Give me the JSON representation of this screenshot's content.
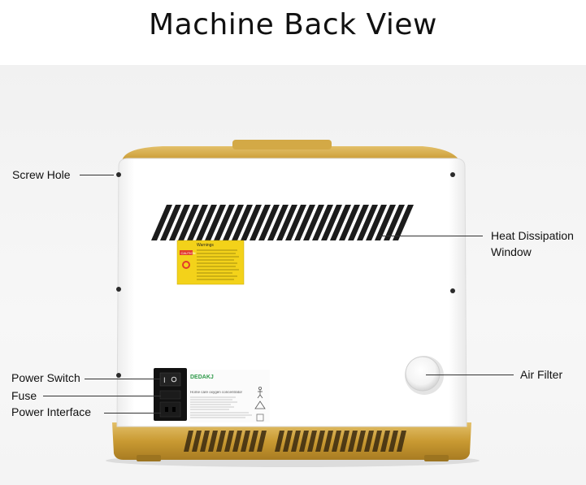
{
  "title": "Machine Back View",
  "labels": {
    "screw_hole": "Screw Hole",
    "heat_window_line1": "Heat Dissipation",
    "heat_window_line2": "Window",
    "air_filter": "Air Filter",
    "power_switch": "Power Switch",
    "fuse": "Fuse",
    "power_interface": "Power Interface"
  },
  "device": {
    "brand": "DEDAKJ",
    "warning_title": "Warnings",
    "caution": "CAUTION",
    "product_name": "Home care oxygen concentrator"
  },
  "colors": {
    "shell_gold": "#c99a32",
    "panel_white": "#ffffff",
    "caution_yellow": "#f3d21a",
    "brand_green": "#2f9a4a"
  }
}
